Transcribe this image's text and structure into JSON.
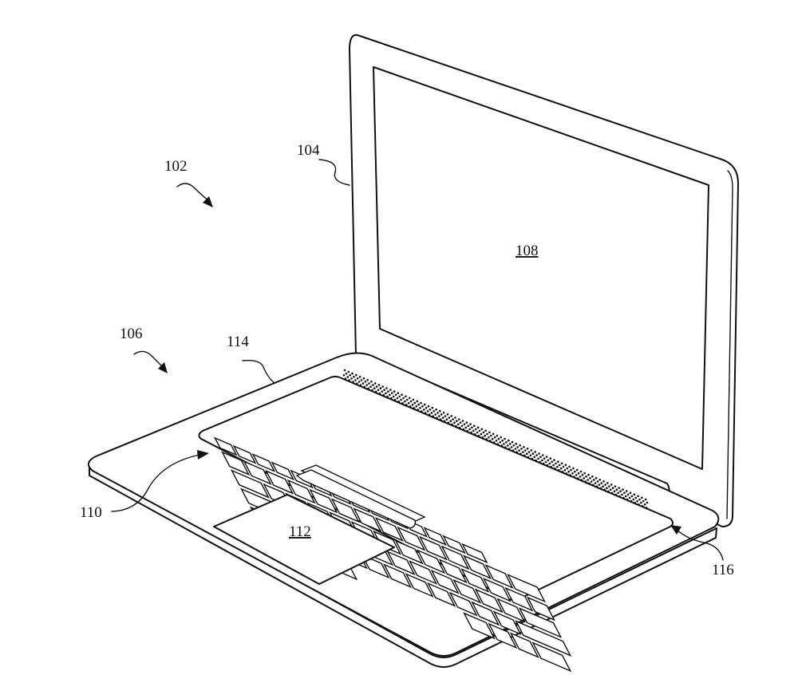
{
  "labels": {
    "system": "102",
    "display_housing": "104",
    "base_portion": "106",
    "display": "108",
    "top_case": "110",
    "trackpad": "112",
    "keyboard": "114",
    "speaker_grille": "116"
  },
  "colors": {
    "line": "#111111",
    "background": "#ffffff"
  }
}
